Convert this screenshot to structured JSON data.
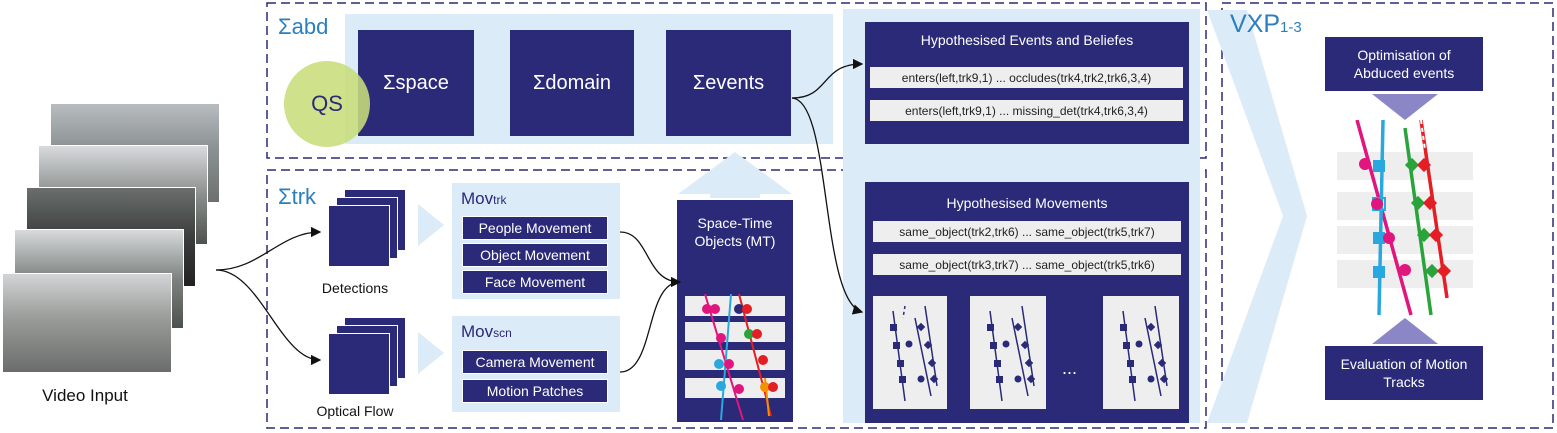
{
  "video": {
    "label": "Video Input"
  },
  "abd": {
    "title": "Σabd",
    "qs": "QS",
    "boxes": [
      "Σspace",
      "Σdomain",
      "Σevents"
    ]
  },
  "events": {
    "title": "Hypothesised Events and Beliefes",
    "rows": [
      "enters(left,trk9,1)  ...  occludes(trk4,trk2,trk6,3,4)",
      "enters(left,trk9,1)  ...  missing_det(trk4,trk6,3,4)"
    ]
  },
  "trk": {
    "title": "Σtrk",
    "detections": "Detections",
    "optical_flow": "Optical Flow",
    "mov_trk": {
      "title": "Movtrk",
      "items": [
        "People Movement",
        "Object Movement",
        "Face Movement"
      ]
    },
    "mov_scn": {
      "title": "Movscn",
      "items": [
        "Camera Movement",
        "Motion Patches"
      ]
    },
    "mt": {
      "title": "Space-Time Objects (MT)"
    }
  },
  "movements": {
    "title": "Hypothesised Movements",
    "rows": [
      "same_object(trk2,trk6)  ...  same_object(trk5,trk7)",
      "same_object(trk3,trk7)  ...  same_object(trk5,trk6)"
    ],
    "ellipsis": "..."
  },
  "vxp": {
    "title": "VXP1-3",
    "optimisation": "Optimisation of Abduced events",
    "evaluation": "Evaluation of Motion Tracks"
  },
  "colors": {
    "navy": "#2b2a78",
    "lightblue": "#dcebf8",
    "accent": "#2a7fc1",
    "qs": "#c8dd7a",
    "track_pink": "#e0157e",
    "track_cyan": "#29a8df",
    "track_green": "#2aa43a",
    "track_red": "#e31e24",
    "track_orange": "#f39200",
    "arrow_purple": "#8b87c7"
  }
}
